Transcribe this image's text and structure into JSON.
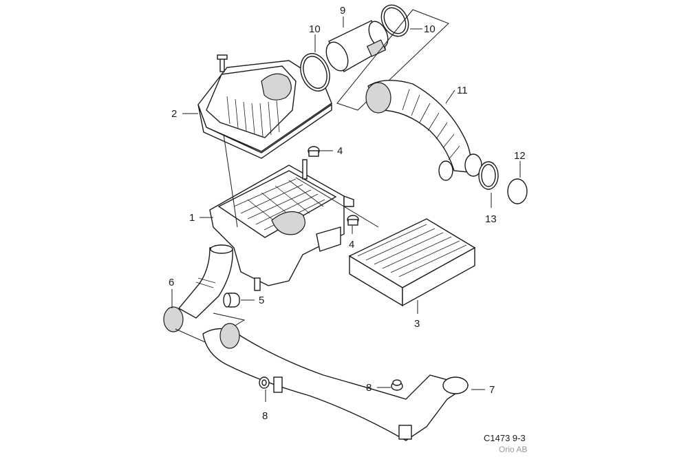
{
  "callouts": {
    "c1": "1",
    "c2": "2",
    "c3": "3",
    "c4a": "4",
    "c4b": "4",
    "c5": "5",
    "c6": "6",
    "c7": "7",
    "c8a": "8",
    "c8b": "8",
    "c9": "9",
    "c10a": "10",
    "c10b": "10",
    "c11": "11",
    "c12": "12",
    "c13": "13"
  },
  "footer": {
    "figure_ref": "C1473 9-3",
    "copyright": "Orio AB"
  },
  "colors": {
    "line": "#1a1a1a",
    "shade": "#d6d6d6",
    "copyright_text": "#9a9a9a"
  }
}
